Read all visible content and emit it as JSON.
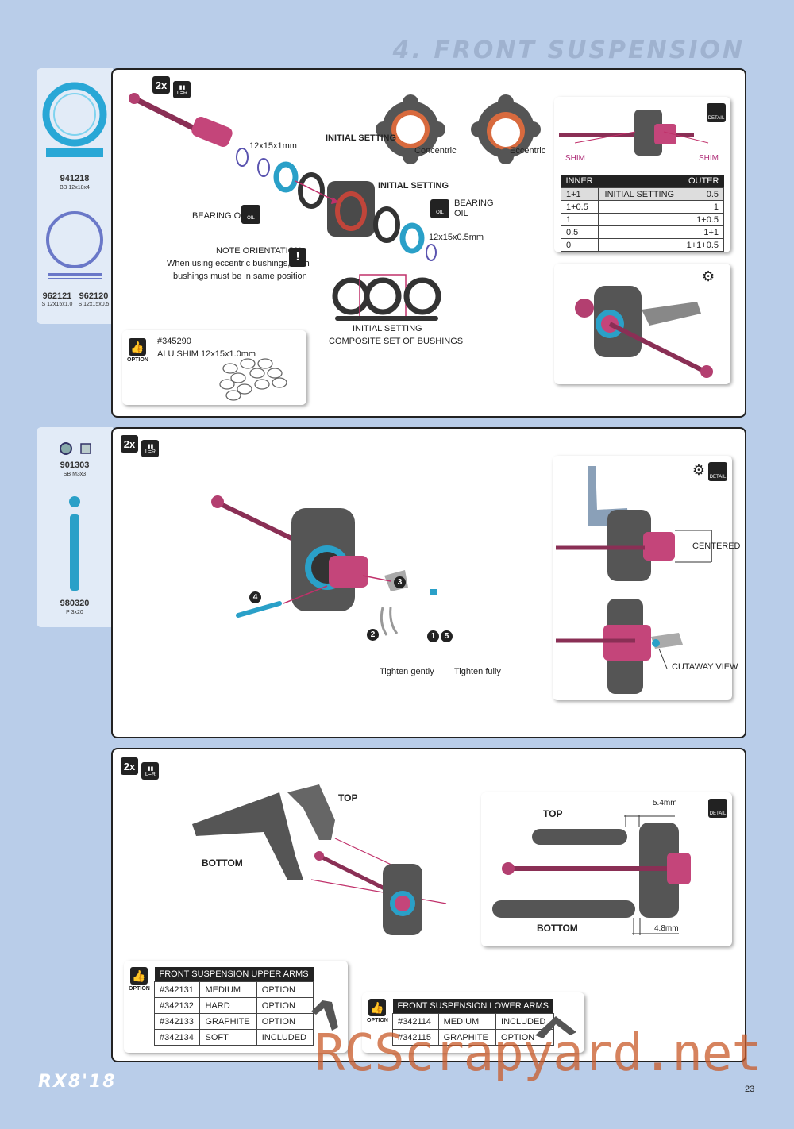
{
  "header": {
    "title": "4. FRONT SUSPENSION"
  },
  "step1": {
    "qty": "2x",
    "lr": "L=R",
    "parts": [
      {
        "code": "941218",
        "desc": "BB 12x18x4"
      },
      {
        "code": "962121",
        "desc": "S 12x15x1.0"
      },
      {
        "code": "962120",
        "desc": "S 12x15x0.5"
      }
    ],
    "labels": {
      "shim_top": "12x15x1mm",
      "initial_setting": "INITIAL SETTING",
      "concentric": "Concentric",
      "eccentric": "Eccentric",
      "initial_setting2": "INITIAL SETTING",
      "bearing_oil_left": "BEARING OIL",
      "bearing_oil_right": "BEARING OIL",
      "oil_icon": "OIL",
      "shim_bottom": "12x15x0.5mm",
      "note_title": "NOTE ORIENTATION",
      "note_line1": "When using eccentric bushings, both",
      "note_line2": "bushings must be in same position",
      "set_line1": "INITIAL SETTING",
      "set_line2": "COMPOSITE SET OF BUSHINGS"
    },
    "option": {
      "icon_label": "OPTION",
      "code": "#345290",
      "desc": "ALU SHIM 12x15x1.0mm"
    },
    "detail": {
      "icon_label": "DETAIL",
      "shim_left": "SHIM",
      "shim_right": "SHIM",
      "table_headers": [
        "INNER",
        "OUTER"
      ],
      "rows": [
        {
          "inner": "1+1",
          "mid": "INITIAL SETTING",
          "outer": "0.5"
        },
        {
          "inner": "1+0.5",
          "mid": "",
          "outer": "1"
        },
        {
          "inner": "1",
          "mid": "",
          "outer": "1+0.5"
        },
        {
          "inner": "0.5",
          "mid": "",
          "outer": "1+1"
        },
        {
          "inner": "0",
          "mid": "",
          "outer": "1+1+0.5"
        }
      ]
    }
  },
  "step2": {
    "qty": "2x",
    "lr": "L=R",
    "parts": [
      {
        "code": "901303",
        "desc": "SB M3x3"
      },
      {
        "code": "980320",
        "desc": "P 3x20"
      }
    ],
    "labels": {
      "n4": "4",
      "n3": "3",
      "n2": "2",
      "n1": "1",
      "n5": "5",
      "tighten_gently": "Tighten gently",
      "tighten_fully": "Tighten fully",
      "centered": "CENTERED",
      "cutaway": "CUTAWAY VIEW",
      "detail_icon": "DETAIL"
    }
  },
  "step3": {
    "qty": "2x",
    "lr": "L=R",
    "labels": {
      "top": "TOP",
      "bottom": "BOTTOM",
      "detail_top": "TOP",
      "detail_bottom": "BOTTOM",
      "dim_top": "5.4mm",
      "dim_bottom": "4.8mm",
      "detail_icon": "DETAIL"
    },
    "upper_option": {
      "icon_label": "OPTION",
      "title": "FRONT SUSPENSION UPPER ARMS",
      "rows": [
        [
          "#342131",
          "MEDIUM",
          "OPTION"
        ],
        [
          "#342132",
          "HARD",
          "OPTION"
        ],
        [
          "#342133",
          "GRAPHITE",
          "OPTION"
        ],
        [
          "#342134",
          "SOFT",
          "INCLUDED"
        ]
      ]
    },
    "lower_option": {
      "icon_label": "OPTION",
      "title": "FRONT SUSPENSION LOWER ARMS",
      "rows": [
        [
          "#342114",
          "MEDIUM",
          "INCLUDED"
        ],
        [
          "#342115",
          "GRAPHITE",
          "OPTION"
        ]
      ]
    }
  },
  "footer": {
    "logo": "RX8'18",
    "page": "23"
  },
  "watermark": "RCScrapyard.net"
}
